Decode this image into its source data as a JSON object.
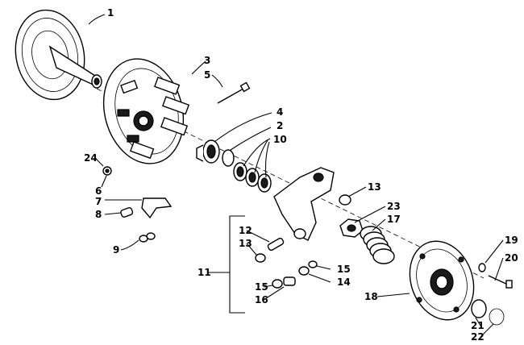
{
  "diagram": {
    "callouts": [
      {
        "id": "c1",
        "text": "1"
      },
      {
        "id": "c2",
        "text": "2"
      },
      {
        "id": "c3",
        "text": "3"
      },
      {
        "id": "c4",
        "text": "4"
      },
      {
        "id": "c5",
        "text": "5"
      },
      {
        "id": "c6",
        "text": "6"
      },
      {
        "id": "c7",
        "text": "7"
      },
      {
        "id": "c8",
        "text": "8"
      },
      {
        "id": "c9",
        "text": "9"
      },
      {
        "id": "c10",
        "text": "10"
      },
      {
        "id": "c11",
        "text": "11"
      },
      {
        "id": "c12",
        "text": "12"
      },
      {
        "id": "c13a",
        "text": "13"
      },
      {
        "id": "c13b",
        "text": "13"
      },
      {
        "id": "c14",
        "text": "14"
      },
      {
        "id": "c15a",
        "text": "15"
      },
      {
        "id": "c15b",
        "text": "15"
      },
      {
        "id": "c16",
        "text": "16"
      },
      {
        "id": "c17",
        "text": "17"
      },
      {
        "id": "c18",
        "text": "18"
      },
      {
        "id": "c19",
        "text": "19"
      },
      {
        "id": "c20",
        "text": "20"
      },
      {
        "id": "c21",
        "text": "21"
      },
      {
        "id": "c22",
        "text": "22"
      },
      {
        "id": "c23",
        "text": "23"
      },
      {
        "id": "c24",
        "text": "24"
      }
    ]
  }
}
